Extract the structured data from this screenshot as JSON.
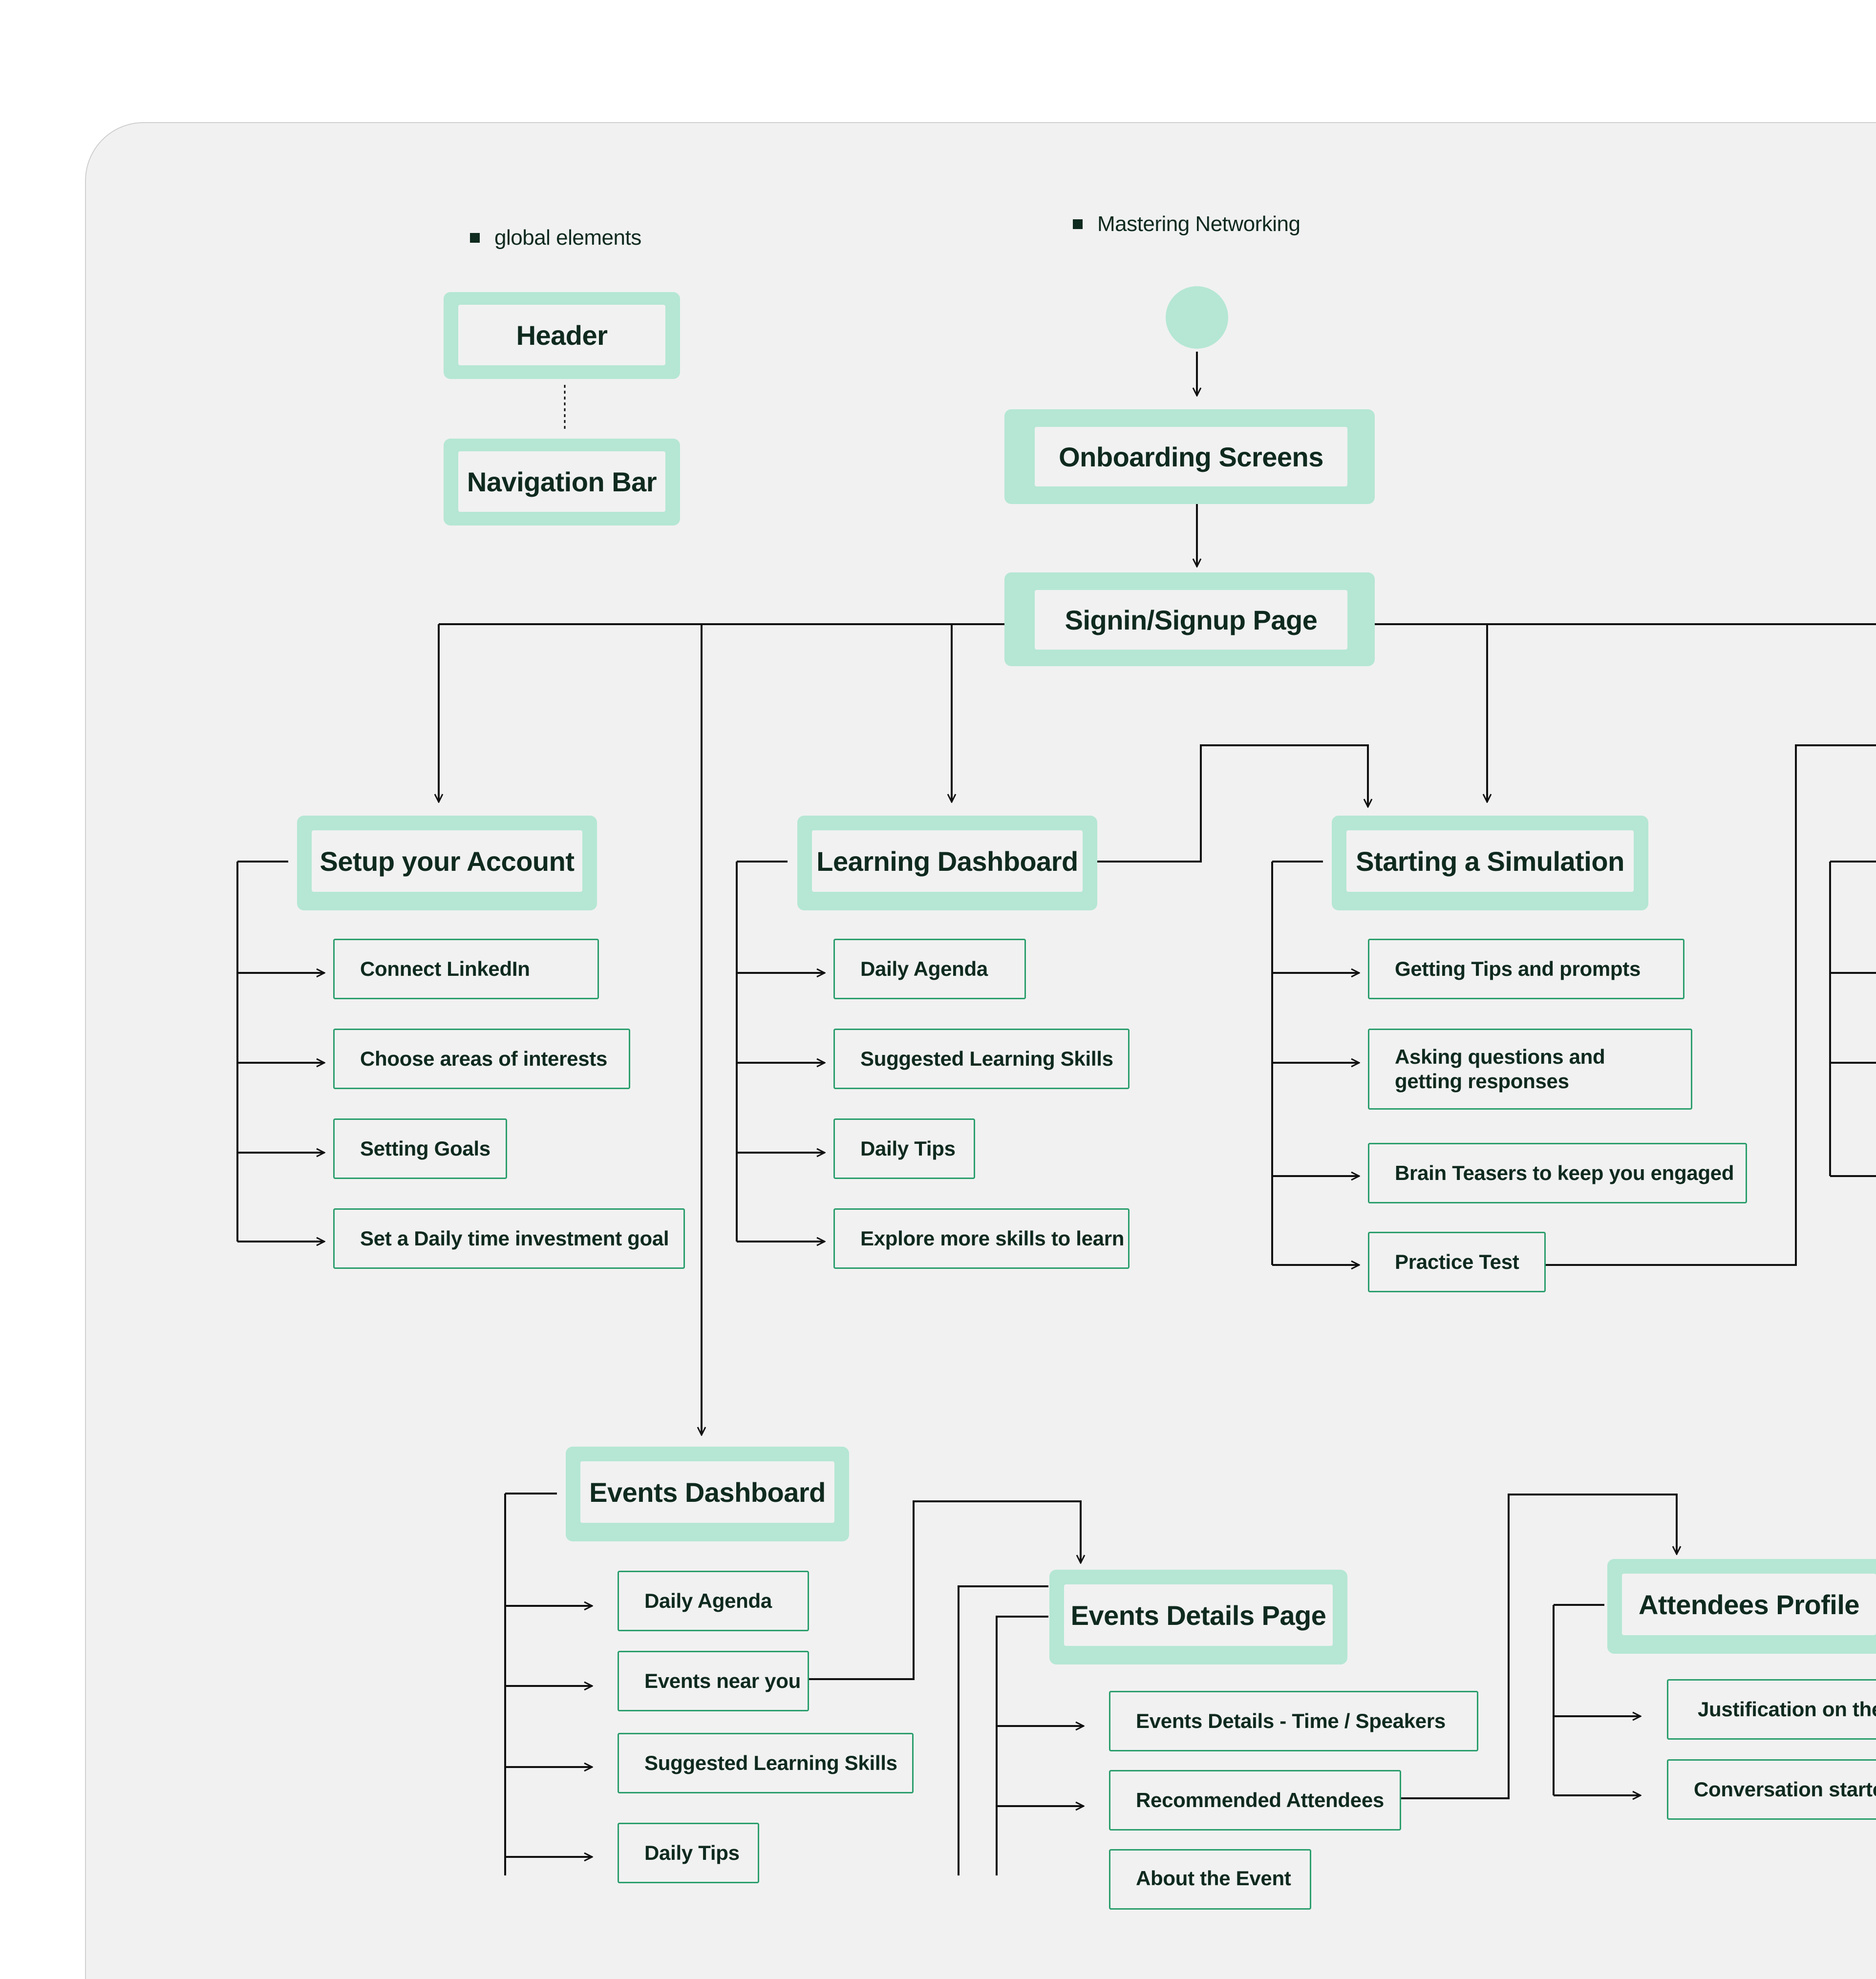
{
  "legend": {
    "global": "global elements",
    "flow": "Mastering Networking"
  },
  "global_elements": {
    "header": "Header",
    "navigation_bar": "Navigation Bar"
  },
  "flow": {
    "onboarding": "Onboarding Screens",
    "signin": "Signin/Signup Page",
    "setup": {
      "title": "Setup your Account",
      "items": [
        "Connect LinkedIn",
        "Choose areas of interests",
        "Setting Goals",
        "Set a Daily time investment goal"
      ]
    },
    "learning": {
      "title": "Learning Dashboard",
      "items": [
        "Daily Agenda",
        "Suggested Learning Skills",
        "Daily Tips",
        "Explore more skills to learn"
      ]
    },
    "simulation": {
      "title": "Starting a Simulation",
      "items": [
        "Getting Tips and prompts",
        "Asking questions and getting responses",
        "Brain Teasers to keep you engaged",
        "Practice Test"
      ]
    },
    "events": {
      "title": "Events Dashboard",
      "items": [
        "Daily Agenda",
        "Events near you",
        "Suggested Learning Skills",
        "Daily Tips"
      ]
    },
    "event_details": {
      "title": "Events Details Page",
      "items": [
        "Events Details - Time / Speakers",
        "Recommended Attendees",
        "About the Event"
      ]
    },
    "attendees": {
      "title": "Attendees Profile",
      "items": [
        "Justification on the",
        "Conversation starte"
      ]
    }
  },
  "colors": {
    "frame": "#b5e7d4",
    "item_border": "#2b9e6d",
    "text": "#0f2a1f",
    "canvas": "#f1f1f1",
    "line": "#111111"
  }
}
